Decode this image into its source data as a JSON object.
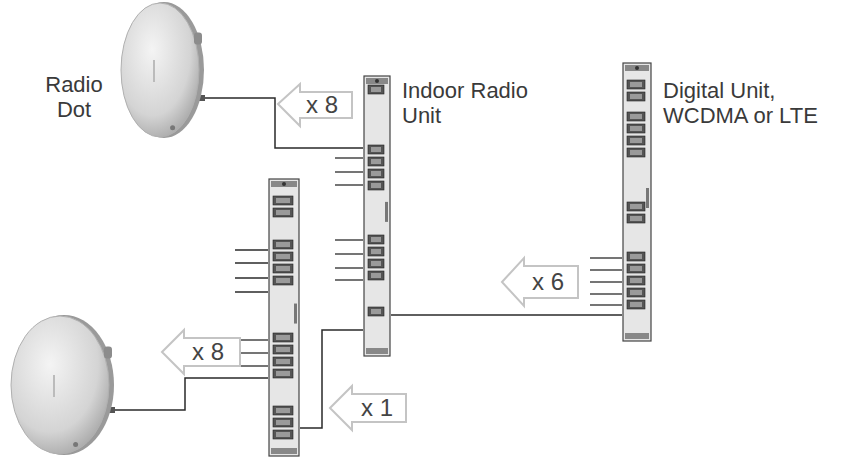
{
  "diagram": {
    "nodes": [
      {
        "text": [
          "Radio Dot"
        ]
      },
      {
        "text": [
          "Indoor Radio Unit"
        ]
      },
      {
        "text": [
          "Digital Unit, WCDMA or LTE"
        ]
      },
      {
        "text": []
      },
      {
        "text": []
      }
    ],
    "edges": [
      {
        "from": 0,
        "to": 1,
        "arrow": "none",
        "label": "x 8"
      },
      {
        "from": 1,
        "to": 2,
        "arrow": "none",
        "label": "x 6"
      },
      {
        "from": 4,
        "to": 3,
        "arrow": "none",
        "label": "x 8"
      },
      {
        "from": 3,
        "to": 1,
        "arrow": "none",
        "label": "x 1"
      }
    ]
  }
}
